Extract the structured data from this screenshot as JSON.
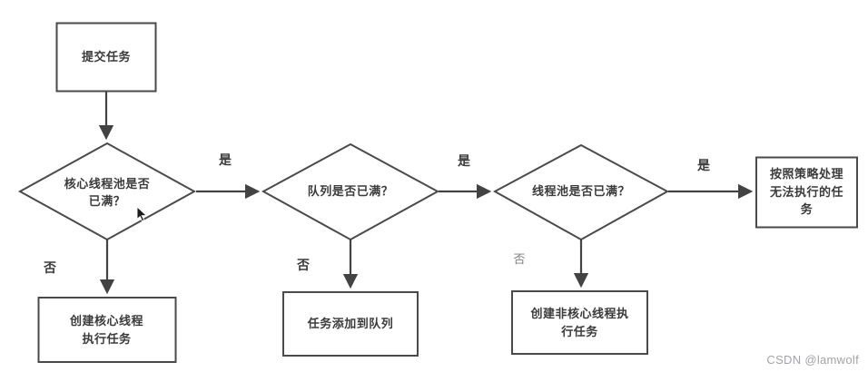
{
  "flowchart": {
    "nodes": {
      "start": {
        "type": "process",
        "label": "提交任务"
      },
      "core_pool_full": {
        "type": "decision",
        "label": "核心线程池是否\n已满？"
      },
      "queue_full": {
        "type": "decision",
        "label": "队列是否已满？"
      },
      "pool_full": {
        "type": "decision",
        "label": "线程池是否已满？"
      },
      "create_core": {
        "type": "process",
        "label": "创建核心线程\n执行任务"
      },
      "add_queue": {
        "type": "process",
        "label": "任务添加到队列"
      },
      "create_noncore": {
        "type": "process",
        "label": "创建非核心线程执\n行任务"
      },
      "reject_policy": {
        "type": "process",
        "label": "按照策略处理\n无法执行的任\n务"
      }
    },
    "edges": [
      {
        "from": "start",
        "to": "core_pool_full",
        "label": ""
      },
      {
        "from": "core_pool_full",
        "to": "queue_full",
        "label": "是"
      },
      {
        "from": "queue_full",
        "to": "pool_full",
        "label": "是"
      },
      {
        "from": "pool_full",
        "to": "reject_policy",
        "label": "是"
      },
      {
        "from": "core_pool_full",
        "to": "create_core",
        "label": "否"
      },
      {
        "from": "queue_full",
        "to": "add_queue",
        "label": "否"
      },
      {
        "from": "pool_full",
        "to": "create_noncore",
        "label": "否"
      }
    ],
    "colors": {
      "stroke": "#4a4a4a",
      "text": "#3b3b3b",
      "watermark": "#a2a2a8",
      "background": "#ffffff"
    }
  },
  "cursor": {
    "name": "mouse-pointer"
  },
  "watermark": {
    "text": "CSDN @lamwolf"
  }
}
